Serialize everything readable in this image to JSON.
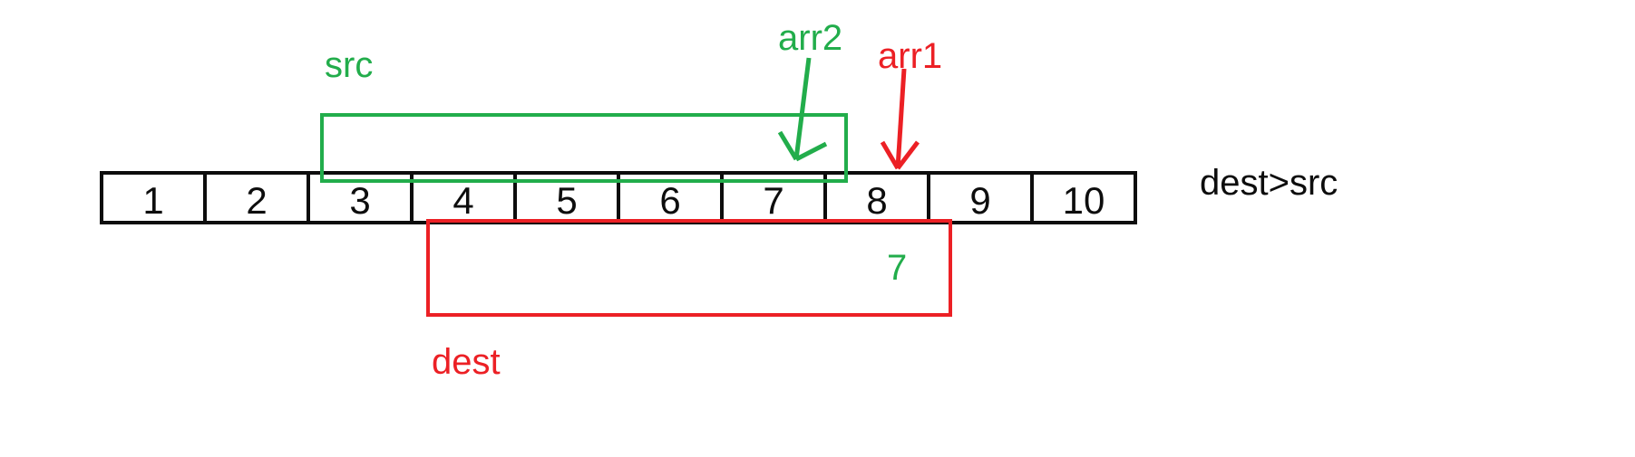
{
  "diagram": {
    "array": {
      "cells": [
        "1",
        "2",
        "3",
        "4",
        "5",
        "6",
        "7",
        "8",
        "9",
        "10"
      ]
    },
    "labels": {
      "src": "src",
      "arr2": "arr2",
      "arr1": "arr1",
      "condition": "dest>src",
      "overlap_value": "7",
      "dest": "dest"
    },
    "colors": {
      "green": "#22ad4b",
      "red": "#ec2025",
      "ink": "#0d0d0d"
    }
  }
}
